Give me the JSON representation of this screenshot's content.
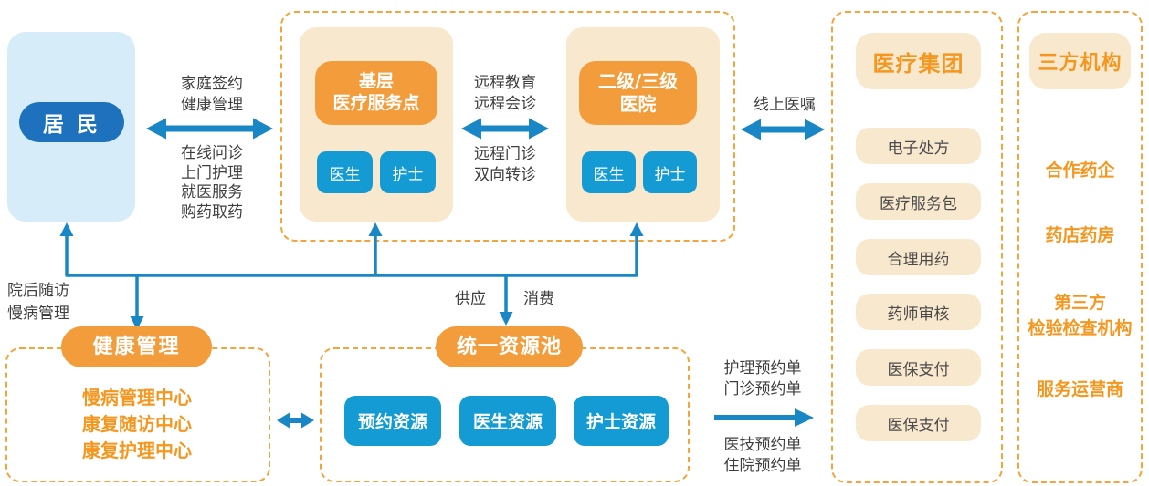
{
  "colors": {
    "orange": "#F39C3B",
    "orange_text": "#F5971F",
    "beige": "#F8E8CE",
    "blue": "#149BD3",
    "dark_blue": "#1D71BD",
    "light_blue": "#D6EDF9",
    "arrow_blue": "#1987C5",
    "dashed_border": "#F4A43C",
    "text_dark": "#3f3f3f"
  },
  "resident": {
    "label": "居 民"
  },
  "primary_care": {
    "title": "基层\n医疗服务点",
    "doctor": "医生",
    "nurse": "护士"
  },
  "hospital": {
    "title": "二级/三级\n医院",
    "doctor": "医生",
    "nurse": "护士"
  },
  "links": {
    "resident_provider_top": "家庭签约\n健康管理",
    "resident_provider_bottom": "在线问诊\n上门护理\n就医服务\n购药取药",
    "primary_hospital_top": "远程教育\n远程会诊",
    "primary_hospital_bottom": "远程门诊\n双向转诊",
    "online_order": "线上医嘱",
    "followup": "院后随访\n慢病管理",
    "supply": "供应",
    "consume": "消费",
    "orders_top": "护理预约单\n门诊预约单",
    "orders_bottom": "医技预约单\n住院预约单"
  },
  "medical_group": {
    "title": "医疗集团",
    "items": [
      "电子处方",
      "医疗服务包",
      "合理用药",
      "药师审核",
      "医保支付",
      "医保支付"
    ]
  },
  "third_party": {
    "title": "三方机构",
    "items": [
      "合作药企",
      "药店药房",
      "第三方\n检验检查机构",
      "服务运营商"
    ]
  },
  "health_management": {
    "title": "健康管理",
    "items": [
      "慢病管理中心",
      "康复随访中心",
      "康复护理中心"
    ]
  },
  "resource_pool": {
    "title": "统一资源池",
    "items": [
      "预约资源",
      "医生资源",
      "护士资源"
    ]
  }
}
